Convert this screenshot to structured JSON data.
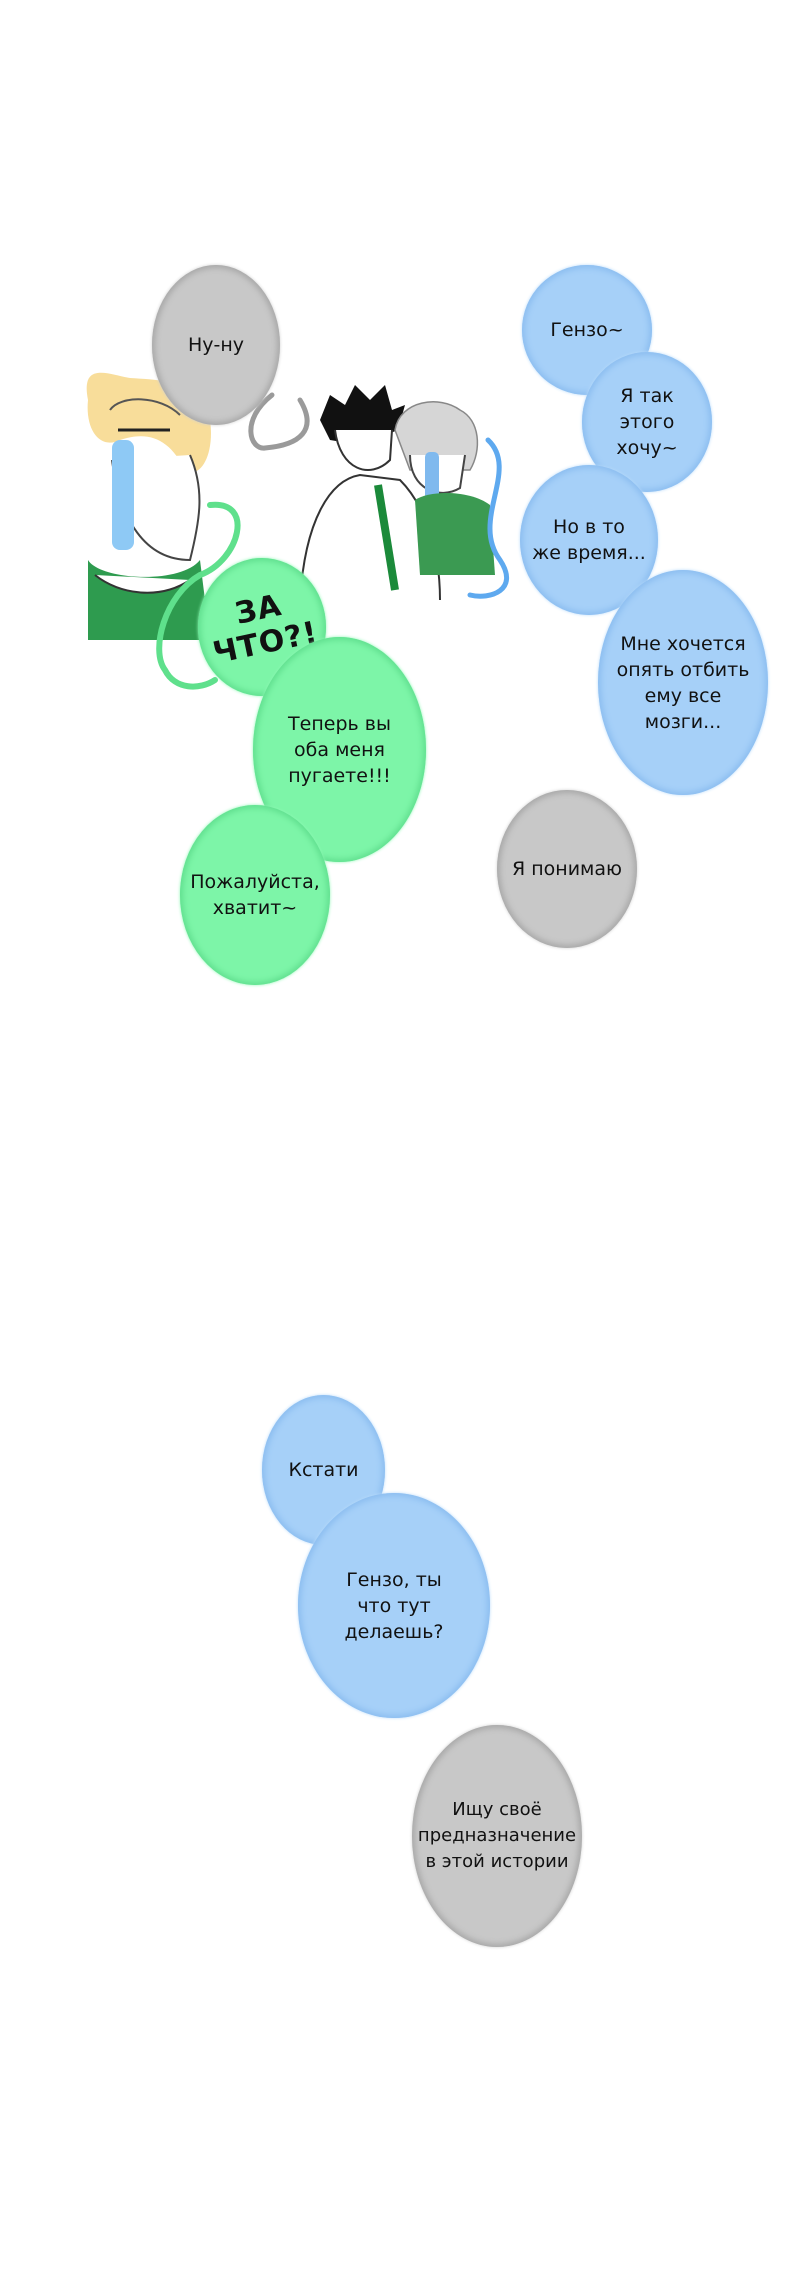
{
  "panel_top": {
    "bubbles": {
      "nu_nu": "Ну-ну",
      "genzo": "Гензо~",
      "want_so": "Я так\nэтого\nхочу~",
      "but_same_time": "Но в то\nже время...",
      "want_again": "Мне хочется\nопять отбить\nему все\nмозги...",
      "for_what": "ЗА\nЧТО?!",
      "now_scare": "Теперь вы\nоба меня\nпугаете!!!",
      "please_stop": "Пожалуйста,\nхватит~",
      "understand": "Я понимаю"
    }
  },
  "panel_bottom": {
    "bubbles": {
      "by_the_way": "Кстати",
      "what_doing": "Гензо, ты\nчто тут\nделаешь?",
      "seeking": "Ищу своё\nпредназначение\nв этой истории"
    }
  },
  "colors": {
    "gray": "#c8c8c8",
    "blue": "#a6d0f8",
    "green": "#7df5a8"
  }
}
